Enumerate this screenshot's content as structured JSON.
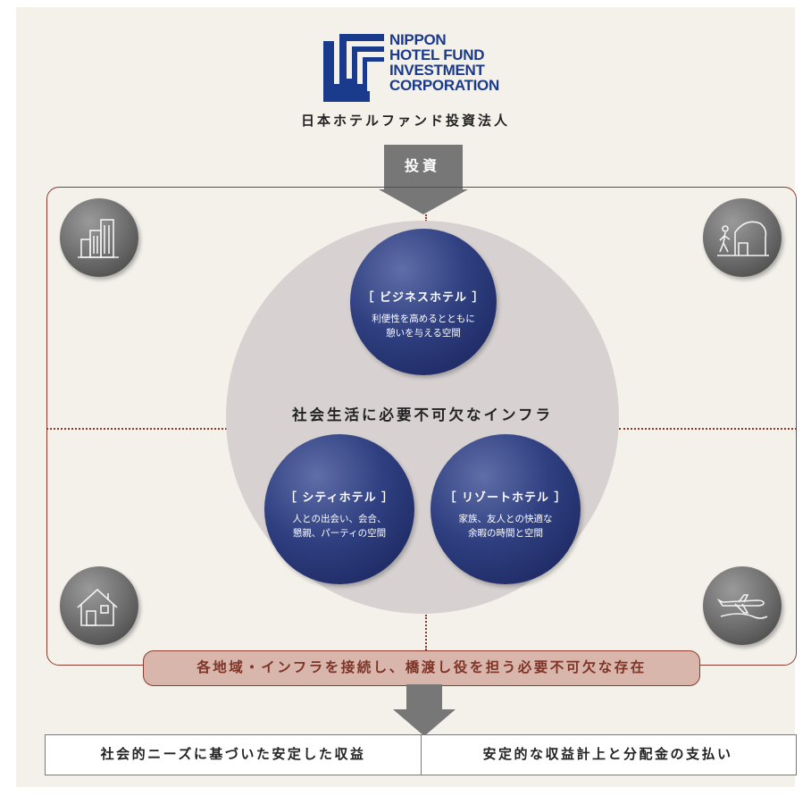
{
  "logo": {
    "lines": [
      "NIPPON",
      "HOTEL FUND",
      "INVESTMENT",
      "CORPORATION"
    ],
    "japanese_name": "日本ホテルファンド投資法人",
    "mark_icon": "nhf-logo-mark"
  },
  "invest_arrow": {
    "label": "投資"
  },
  "center": {
    "label": "社会生活に必要不可欠なインフラ"
  },
  "hotels": [
    {
      "title": "［ ビジネスホテル ］",
      "desc_line1": "利便性を高めるとともに",
      "desc_line2": "憩いを与える空間"
    },
    {
      "title": "［ シティホテル ］",
      "desc_line1": "人との出会い、会合、",
      "desc_line2": "懇親、パーティの空間"
    },
    {
      "title": "［ リゾートホテル ］",
      "desc_line1": "家族、友人との快適な",
      "desc_line2": "余暇の時間と空間"
    }
  ],
  "corner_icons": [
    "office-buildings-icon",
    "walking-person-building-icon",
    "house-icon",
    "airplane-icon"
  ],
  "banner": {
    "label": "各地域・インフラを接続し、橋渡し役を担う必要不可欠な存在"
  },
  "outcomes": {
    "left": "社会的ニーズに基づいた安定した収益",
    "right": "安定的な収益計上と分配金の支払い"
  },
  "colors": {
    "accent": "#8b3a2e",
    "navy": "#2f3f80",
    "logo_blue": "#1a3a8c",
    "banner_bg": "#d9b6ac",
    "panel_bg": "#f4f1eb",
    "arrow_gray": "#777777"
  }
}
